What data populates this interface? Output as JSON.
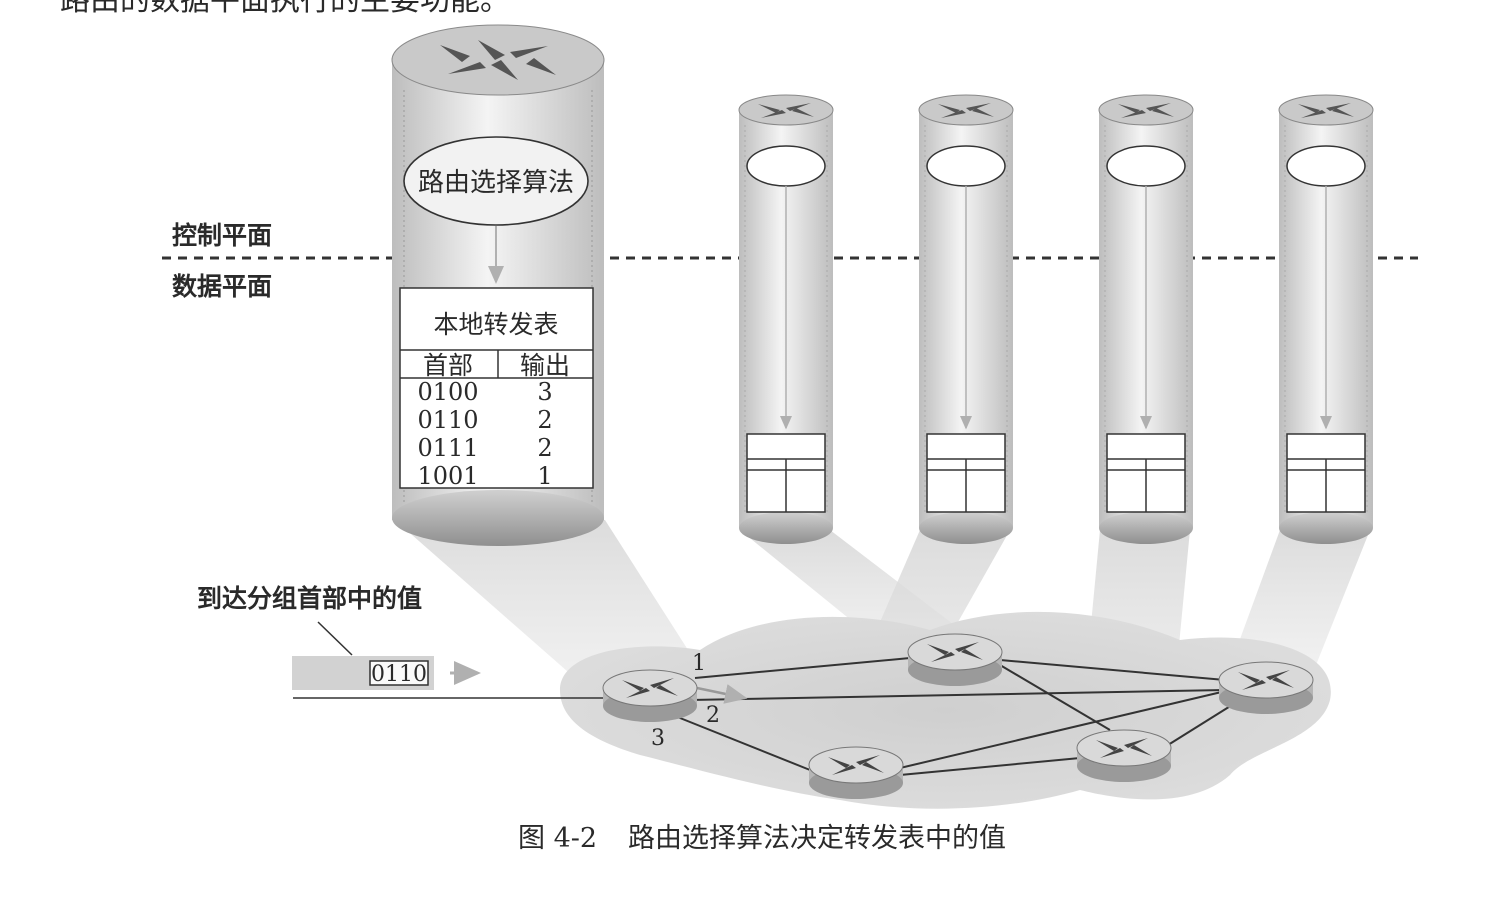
{
  "top_fragment": "路由的数据平面执行的主要功能。",
  "labels": {
    "control_plane": "控制平面",
    "data_plane": "数据平面",
    "algorithm": "路由选择算法",
    "packet_header_value": "到达分组首部中的值"
  },
  "forwarding_table": {
    "title": "本地转发表",
    "headers": [
      "首部",
      "输出"
    ],
    "rows": [
      [
        "0100",
        "3"
      ],
      [
        "0110",
        "2"
      ],
      [
        "0111",
        "2"
      ],
      [
        "1001",
        "1"
      ]
    ]
  },
  "packet": {
    "header_value": "0110"
  },
  "links": {
    "port_1": "1",
    "port_2": "2",
    "port_3": "3"
  },
  "caption": {
    "figure_no": "图 4-2",
    "text": "路由选择算法决定转发表中的值"
  },
  "colors": {
    "cylinder_fill": "#e8e8e8",
    "cylinder_dark": "#9a9a9a",
    "network_cloud": "#d6d6d6",
    "beam": "#e6e6e6",
    "line": "#333333",
    "arrow": "#b0b0b0"
  }
}
